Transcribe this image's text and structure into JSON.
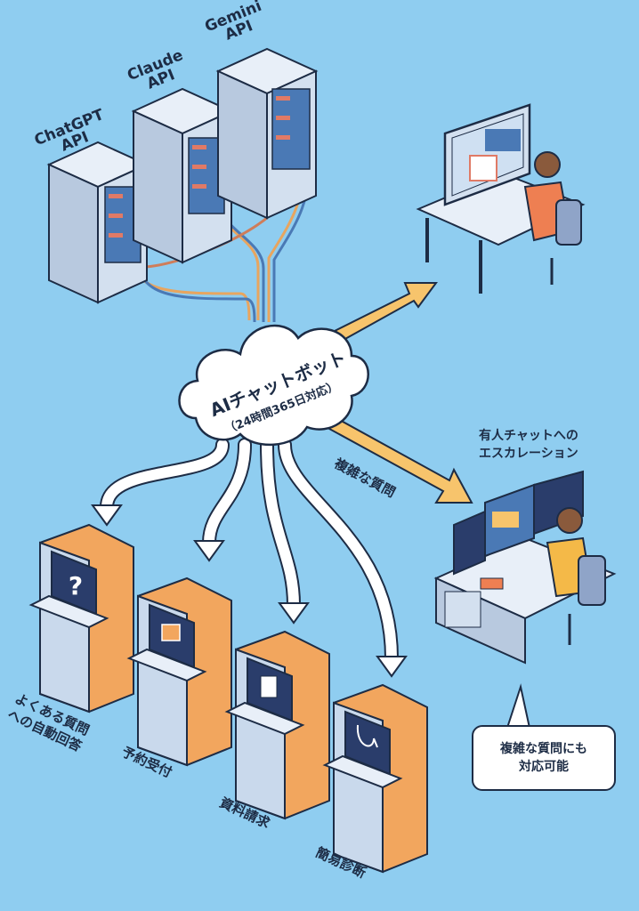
{
  "title": "AIチャットボット活用構成図",
  "apis": [
    {
      "line1": "ChatGPT",
      "line2": "API"
    },
    {
      "line1": "Claude",
      "line2": "API"
    },
    {
      "line1": "Gemini",
      "line2": "API"
    }
  ],
  "hub": {
    "title": "AIチャットボット",
    "subtitle": "（24時間365日対応）"
  },
  "escalation": {
    "arrow_label": "複雑な質問",
    "title_line1": "有人チャットへの",
    "title_line2": "エスカレーション"
  },
  "bubble": {
    "line1": "複雑な質問にも",
    "line2": "対応可能"
  },
  "kiosks": [
    {
      "label_line1": "よくある質問",
      "label_line2": "への自動回答",
      "screen_icon": "question-mark-icon"
    },
    {
      "label_line1": "予約受付",
      "label_line2": "",
      "screen_icon": "calendar-icon"
    },
    {
      "label_line1": "資料請求",
      "label_line2": "",
      "screen_icon": "document-icon"
    },
    {
      "label_line1": "簡易診断",
      "label_line2": "",
      "screen_icon": "stethoscope-icon"
    }
  ],
  "colors": {
    "background": "#8fcdf0",
    "outline": "#1d2c45",
    "server_body": "#c9d9ec",
    "kiosk_orange": "#f2a65e",
    "arrow_yellow": "#f7c46c",
    "screen_navy": "#2a3d6b",
    "operator1_shirt": "#ee7f52",
    "operator2_shirt": "#f4b948"
  }
}
